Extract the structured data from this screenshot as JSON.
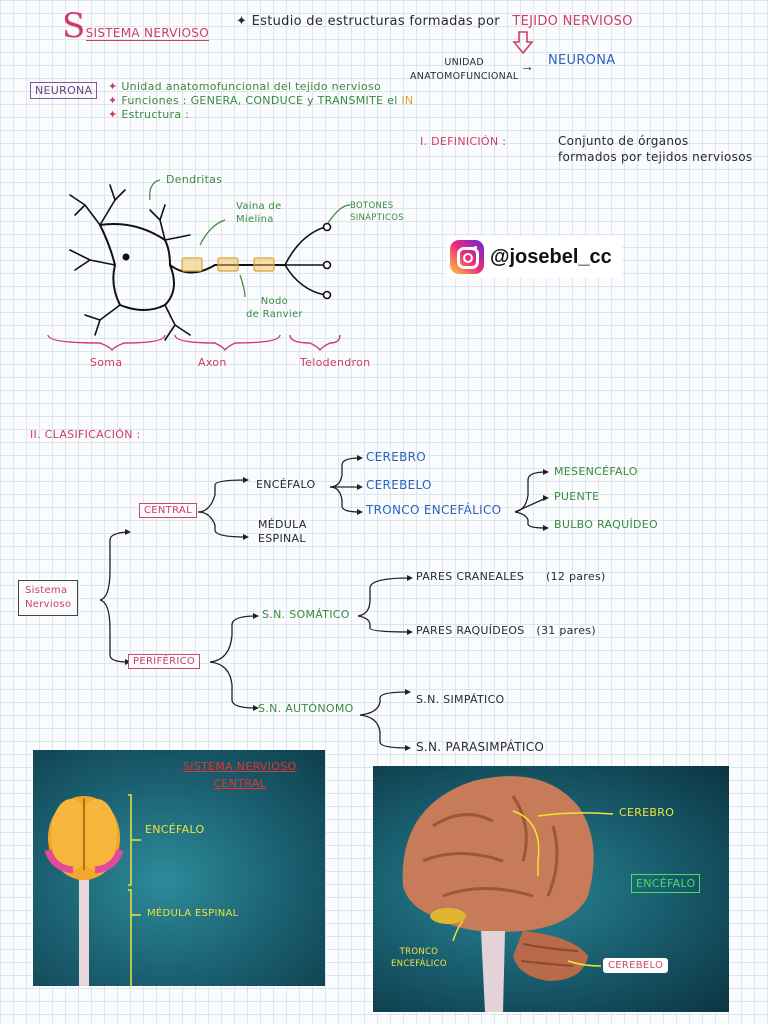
{
  "header": {
    "title": "Sistema nervioso",
    "study_line": "✦ Estudio de estructuras formadas por",
    "tejido": "TEJIDO NERVIOSO",
    "unidad": "UNIDAD\nANATOMOFUNCIONAL",
    "neurona": "NEURONA"
  },
  "neurona_box": {
    "label": "NEURONA",
    "bullets": [
      "Unidad anatomofuncional del tejido nervioso",
      "Funciones : GENERA, CONDUCE y TRANSMITE el",
      "Estructura :"
    ],
    "in_label": "IN"
  },
  "definicion": {
    "heading": "I. DEFINICIÓN :",
    "text_1": "Conjunto de órganos",
    "text_2": "formados por tejidos nerviosos"
  },
  "neuron_diagram": {
    "dendritas": "Dendritas",
    "vaina": "Vaina de\nMielina",
    "botones": "BOTONES\nSINÁPTICOS",
    "nodo": "Nodo\nde Ranvier",
    "soma": "Soma",
    "axon": "Axon",
    "telodendron": "Telodendron"
  },
  "instagram": {
    "handle": "@josebel_cc"
  },
  "clasificacion": {
    "heading": "II. CLASIFICACIÓN :",
    "root": "Sistema\nNervioso",
    "central": "CENTRAL",
    "periferico": "PERIFÉRICO",
    "encefalo": "ENCÉFALO",
    "medula": "MÉDULA\nESPINAL",
    "cerebro": "CEREBRO",
    "cerebelo": "CEREBELO",
    "tronco": "TRONCO ENCEFÁLICO",
    "mesencefalo": "MESENCÉFALO",
    "puente": "PUENTE",
    "bulbo": "BULBO RAQUÍDEO",
    "somatico": "S.N. SOMÁTICO",
    "autonomo": "S.N. AUTÓNOMO",
    "craneales": "PARES CRANEALES",
    "craneales_n": "(12 pares)",
    "raquideos": "PARES RAQUÍDEOS",
    "raquideos_n": "(31 pares)",
    "simpatico": "S.N. SIMPÁTICO",
    "parasimpatico": "S.N. PARASIMPÁTICO"
  },
  "photo_left": {
    "title": "SISTEMA NERVIOSO\nCENTRAL",
    "encefalo": "ENCÉFALO",
    "medula": "MÉDULA ESPINAL"
  },
  "photo_right": {
    "cerebro": "CEREBRO",
    "encefalo": "ENCÉFALO",
    "tronco": "TRONCO\nENCEFÁLICO",
    "cerebelo": "CEREBELO"
  },
  "colors": {
    "pink": "#cf3d64",
    "green": "#3b8a3e",
    "blue": "#2b63b8",
    "photo_bg": "#1f6f80"
  }
}
